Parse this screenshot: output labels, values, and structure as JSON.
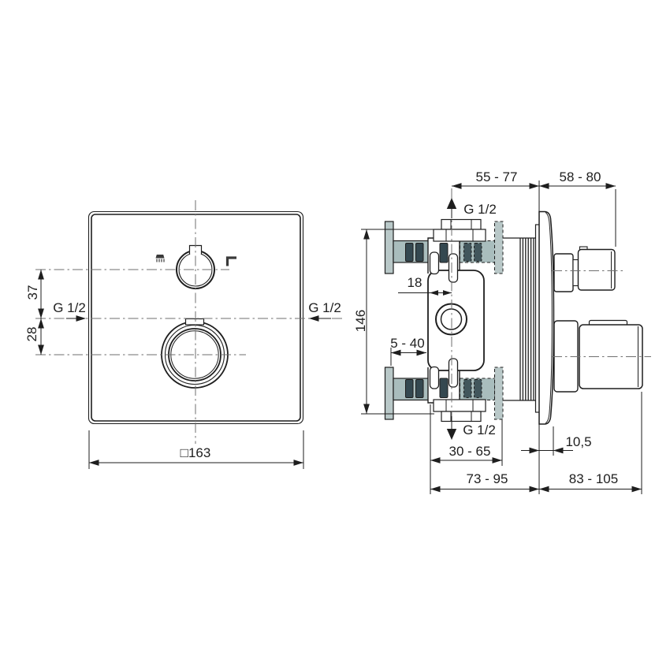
{
  "front_view": {
    "label_g12_left": "G 1/2",
    "label_g12_right": "G 1/2",
    "dim_37": "37",
    "dim_28": "28",
    "dim_plate": "□163"
  },
  "side_view": {
    "dim_55_77": "55 - 77",
    "dim_58_80": "58 - 80",
    "label_g12_top": "G 1/2",
    "label_g12_bottom": "G 1/2",
    "dim_146": "146",
    "dim_18": "18",
    "dim_5_40": "5 - 40",
    "dim_30_65": "30 - 65",
    "dim_10_5": "10,5",
    "dim_73_95": "73 - 95",
    "dim_83_105": "83 - 105"
  },
  "colors": {
    "line": "#1e1e1e",
    "centerline": "#6f6f6f",
    "plate": "#b9c8c8",
    "rail": "#a9bdbd",
    "slot": "#344850",
    "slot_dashed": "#42565c",
    "icon": "#3a3a3a"
  }
}
